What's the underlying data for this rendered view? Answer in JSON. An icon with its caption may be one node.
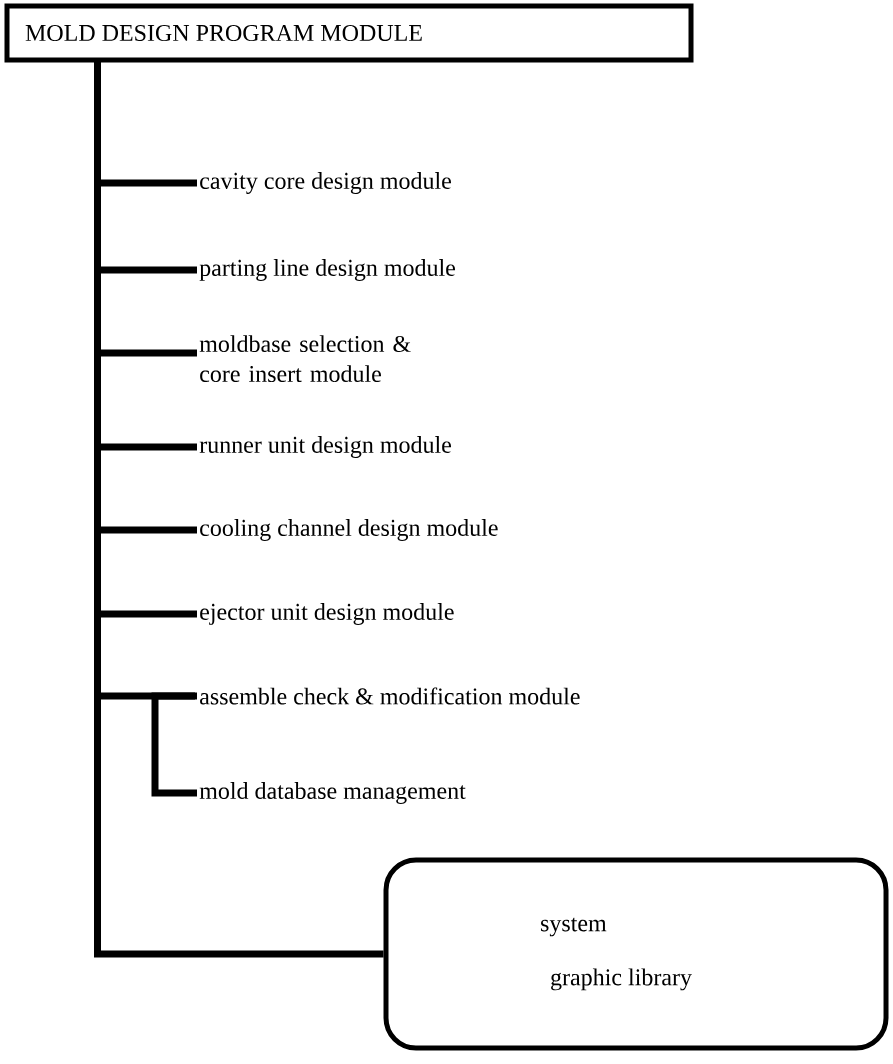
{
  "diagram": {
    "nodes": [
      {
        "text": [
          "MOLD DESIGN PROGRAM MODULE"
        ]
      },
      {
        "text": [
          "cavity core design module"
        ]
      },
      {
        "text": [
          "parting line design module"
        ]
      },
      {
        "text": [
          "moldbase selection & core insert module"
        ]
      },
      {
        "text": [
          "runner unit design module"
        ]
      },
      {
        "text": [
          "cooling channel design module"
        ]
      },
      {
        "text": [
          "ejector unit design module"
        ]
      },
      {
        "text": [
          "assemble check & modification module"
        ]
      },
      {
        "text": [
          "mold database management"
        ]
      },
      {
        "text": [
          "system",
          "graphic library"
        ]
      }
    ],
    "edges": [
      {
        "from": 0,
        "to": 1,
        "arrow": "none"
      },
      {
        "from": 0,
        "to": 2,
        "arrow": "none"
      },
      {
        "from": 0,
        "to": 3,
        "arrow": "none"
      },
      {
        "from": 0,
        "to": 4,
        "arrow": "none"
      },
      {
        "from": 0,
        "to": 5,
        "arrow": "none"
      },
      {
        "from": 0,
        "to": 6,
        "arrow": "none"
      },
      {
        "from": 0,
        "to": 7,
        "arrow": "none"
      },
      {
        "from": 7,
        "to": 8,
        "arrow": "none"
      },
      {
        "from": 0,
        "to": 9,
        "arrow": "none"
      }
    ]
  }
}
